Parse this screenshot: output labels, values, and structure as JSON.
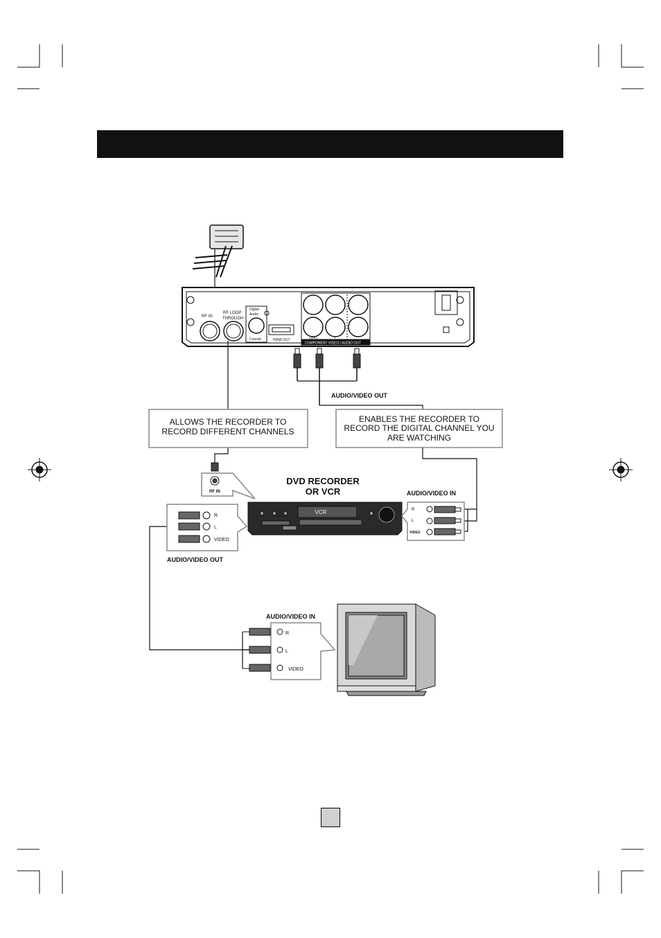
{
  "labels": {
    "rf_in": "RF IN",
    "rf_loop_line1": "RF LOOP",
    "rf_loop_line2": "THROUGH",
    "digital_audio_line1": "Digital",
    "digital_audio_line2": "Audio",
    "coaxial": "Coaxial",
    "hdmi_out": "HDMI OUT",
    "video_small": "VIDEO",
    "y_small": "Y",
    "component_panel": "COMPONENT VIDEO / AUDIO OUT",
    "audio_video_out_top": "AUDIO/VIDEO OUT",
    "callout_left_line1": "ALLOWS THE RECORDER TO",
    "callout_left_line2": "RECORD DIFFERENT CHANNELS",
    "callout_right_line1": "ENABLES THE RECORDER TO",
    "callout_right_line2": "RECORD THE DIGITAL CHANNEL YOU",
    "callout_right_line3": "ARE WATCHING",
    "recorder_title_line1": "DVD RECORDER",
    "recorder_title_line2": "OR VCR",
    "vcr_display": "VCR",
    "rf_in_recorder": "RF IN",
    "av_in_recorder": "AUDIO/VIDEO IN",
    "av_out_recorder": "AUDIO/VIDEO OUT",
    "tv_av_in": "AUDIO/VIDEO IN",
    "r": "R",
    "l": "L",
    "video": "VIDEO"
  },
  "colors": {
    "header_bar": "#111111",
    "line": "#111111",
    "page_box": "#d0d0d0",
    "device_dark": "#2a2a2a",
    "tv_body": "#d8d8d8"
  }
}
